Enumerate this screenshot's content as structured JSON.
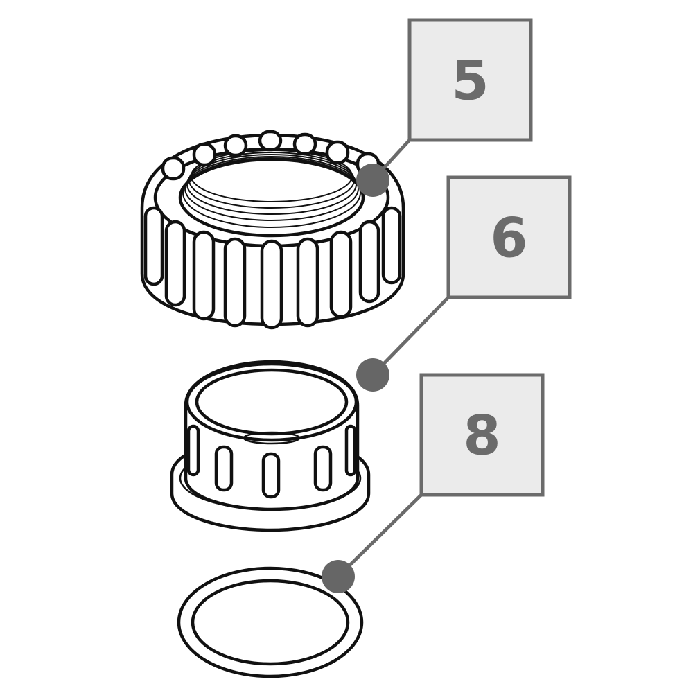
{
  "colors": {
    "callout_fill": "#ebebeb",
    "callout_stroke": "#6b6b6b",
    "callout_text": "#6b6b6b",
    "leader": "#6b6b6b",
    "dot": "#666666",
    "part_line": "#111111",
    "background": "#ffffff"
  },
  "callouts": [
    {
      "id": "5",
      "label": "5",
      "part": "union-nut"
    },
    {
      "id": "6",
      "label": "6",
      "part": "union-end"
    },
    {
      "id": "8",
      "label": "8",
      "part": "o-ring"
    }
  ]
}
